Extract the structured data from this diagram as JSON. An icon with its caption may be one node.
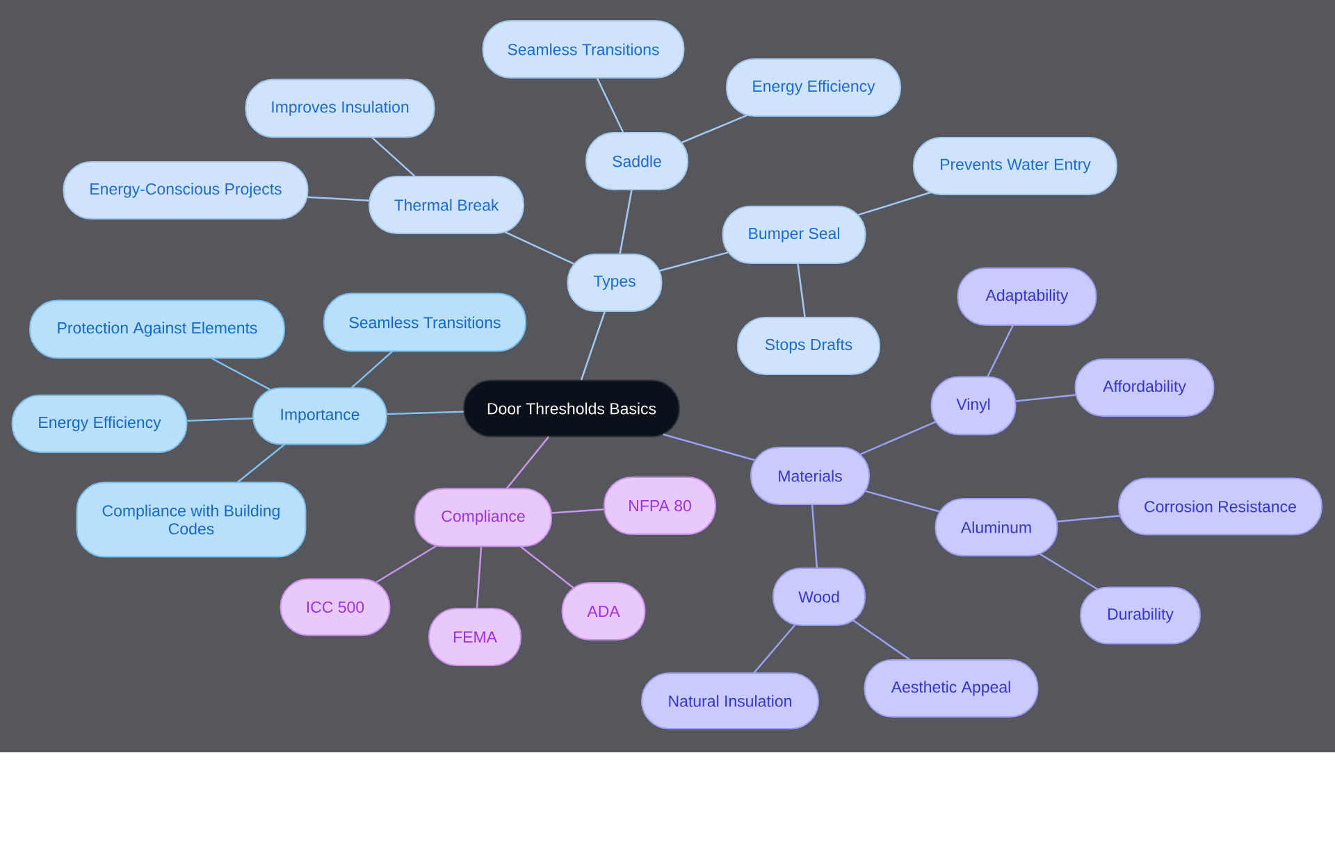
{
  "diagram": {
    "nodes": [
      {
        "text": [
          "Door Thresholds Basics"
        ]
      },
      {
        "text": [
          "Types"
        ]
      },
      {
        "text": [
          "Thermal Break"
        ]
      },
      {
        "text": [
          "Improves Insulation"
        ]
      },
      {
        "text": [
          "Energy-Conscious Projects"
        ]
      },
      {
        "text": [
          "Saddle"
        ]
      },
      {
        "text": [
          "Seamless Transitions"
        ]
      },
      {
        "text": [
          "Energy Efficiency"
        ]
      },
      {
        "text": [
          "Bumper Seal"
        ]
      },
      {
        "text": [
          "Prevents Water Entry"
        ]
      },
      {
        "text": [
          "Stops Drafts"
        ]
      },
      {
        "text": [
          "Importance"
        ]
      },
      {
        "text": [
          "Seamless Transitions"
        ]
      },
      {
        "text": [
          "Protection Against Elements"
        ]
      },
      {
        "text": [
          "Energy Efficiency"
        ]
      },
      {
        "text": [
          "Compliance with Building Codes"
        ]
      },
      {
        "text": [
          "Compliance"
        ]
      },
      {
        "text": [
          "NFPA 80"
        ]
      },
      {
        "text": [
          "ADA"
        ]
      },
      {
        "text": [
          "FEMA"
        ]
      },
      {
        "text": [
          "ICC 500"
        ]
      },
      {
        "text": [
          "Materials"
        ]
      },
      {
        "text": [
          "Vinyl"
        ]
      },
      {
        "text": [
          "Adaptability"
        ]
      },
      {
        "text": [
          "Affordability"
        ]
      },
      {
        "text": [
          "Aluminum"
        ]
      },
      {
        "text": [
          "Corrosion Resistance"
        ]
      },
      {
        "text": [
          "Durability"
        ]
      },
      {
        "text": [
          "Wood"
        ]
      },
      {
        "text": [
          "Aesthetic Appeal"
        ]
      },
      {
        "text": [
          "Natural Insulation"
        ]
      }
    ],
    "edges": [
      {
        "from": 0,
        "to": 1,
        "arrow": "none",
        "color": "#a3c8f0"
      },
      {
        "from": 1,
        "to": 2,
        "arrow": "none",
        "color": "#a3c8f0"
      },
      {
        "from": 2,
        "to": 3,
        "arrow": "none",
        "color": "#a3c8f0"
      },
      {
        "from": 2,
        "to": 4,
        "arrow": "none",
        "color": "#a3c8f0"
      },
      {
        "from": 1,
        "to": 5,
        "arrow": "none",
        "color": "#a3c8f0"
      },
      {
        "from": 5,
        "to": 6,
        "arrow": "none",
        "color": "#a3c8f0"
      },
      {
        "from": 5,
        "to": 7,
        "arrow": "none",
        "color": "#a3c8f0"
      },
      {
        "from": 1,
        "to": 8,
        "arrow": "none",
        "color": "#a3c8f0"
      },
      {
        "from": 8,
        "to": 9,
        "arrow": "none",
        "color": "#a3c8f0"
      },
      {
        "from": 8,
        "to": 10,
        "arrow": "none",
        "color": "#a3c8f0"
      },
      {
        "from": 0,
        "to": 11,
        "arrow": "none",
        "color": "#7fc0f0"
      },
      {
        "from": 11,
        "to": 12,
        "arrow": "none",
        "color": "#7fc0f0"
      },
      {
        "from": 11,
        "to": 13,
        "arrow": "none",
        "color": "#7fc0f0"
      },
      {
        "from": 11,
        "to": 14,
        "arrow": "none",
        "color": "#7fc0f0"
      },
      {
        "from": 11,
        "to": 15,
        "arrow": "none",
        "color": "#7fc0f0"
      },
      {
        "from": 0,
        "to": 16,
        "arrow": "none",
        "color": "#c795ea"
      },
      {
        "from": 16,
        "to": 17,
        "arrow": "none",
        "color": "#c795ea"
      },
      {
        "from": 16,
        "to": 18,
        "arrow": "none",
        "color": "#c795ea"
      },
      {
        "from": 16,
        "to": 19,
        "arrow": "none",
        "color": "#c795ea"
      },
      {
        "from": 16,
        "to": 20,
        "arrow": "none",
        "color": "#c795ea"
      },
      {
        "from": 0,
        "to": 21,
        "arrow": "none",
        "color": "#9d9ff2"
      },
      {
        "from": 21,
        "to": 22,
        "arrow": "none",
        "color": "#9d9ff2"
      },
      {
        "from": 22,
        "to": 23,
        "arrow": "none",
        "color": "#9d9ff2"
      },
      {
        "from": 22,
        "to": 24,
        "arrow": "none",
        "color": "#9d9ff2"
      },
      {
        "from": 21,
        "to": 25,
        "arrow": "none",
        "color": "#9d9ff2"
      },
      {
        "from": 25,
        "to": 26,
        "arrow": "none",
        "color": "#9d9ff2"
      },
      {
        "from": 25,
        "to": 27,
        "arrow": "none",
        "color": "#9d9ff2"
      },
      {
        "from": 21,
        "to": 28,
        "arrow": "none",
        "color": "#9d9ff2"
      },
      {
        "from": 28,
        "to": 29,
        "arrow": "none",
        "color": "#9d9ff2"
      },
      {
        "from": 28,
        "to": 30,
        "arrow": "none",
        "color": "#9d9ff2"
      }
    ]
  }
}
